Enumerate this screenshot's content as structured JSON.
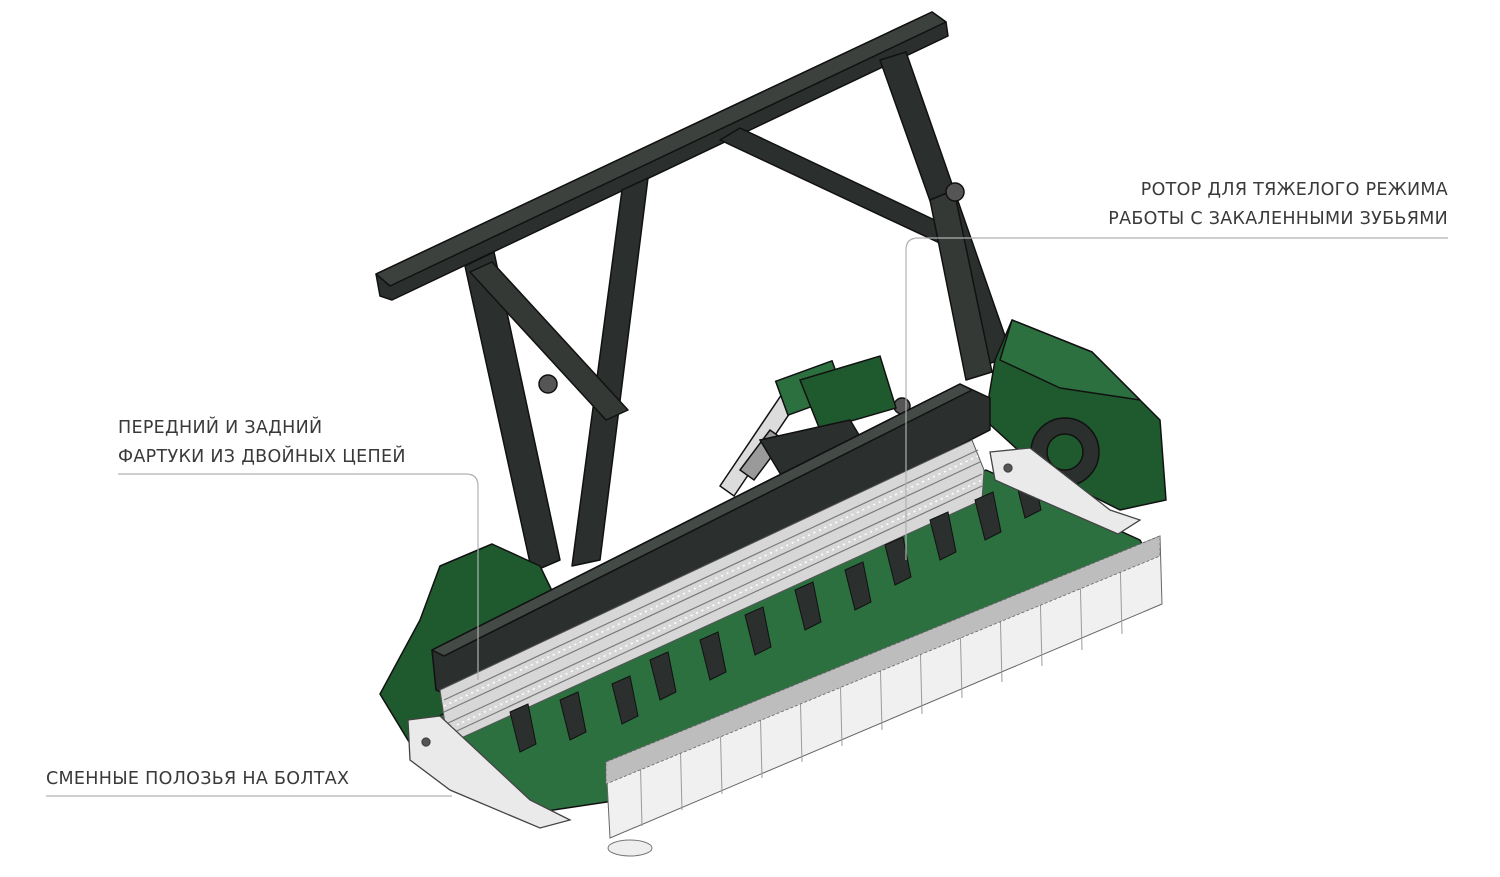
{
  "callouts": {
    "rotor": {
      "line1": "РОТОР ДЛЯ ТЯЖЕЛОГО РЕЖИМА",
      "line2": "РАБОТЫ С ЗАКАЛЕННЫМИ ЗУБЬЯМИ"
    },
    "chains": {
      "line1": "ПЕРЕДНИЙ И ЗАДНИЙ",
      "line2": "ФАРТУКИ ИЗ ДВОЙНЫХ ЦЕПЕЙ"
    },
    "skids": {
      "line1": "СМЕННЫЕ ПОЛОЗЬЯ НА БОЛТАХ"
    }
  },
  "colors": {
    "frame": "#2b2f2d",
    "body_green": "#1f5a2e",
    "body_green_light": "#2c7040",
    "steel": "#e6e6e6",
    "chain": "#bfbfbf",
    "leader_line": "#b0b0b0",
    "text": "#3a3a3a"
  }
}
